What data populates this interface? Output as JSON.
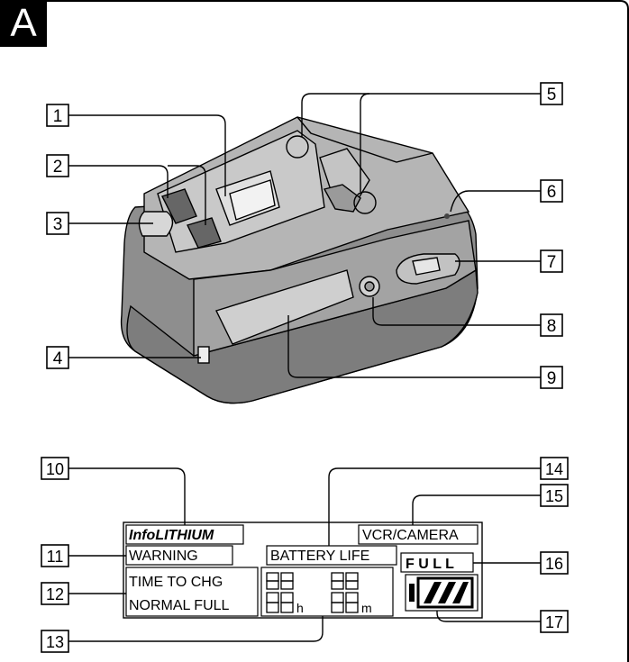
{
  "section": {
    "letter": "A"
  },
  "callouts": [
    "1",
    "2",
    "3",
    "4",
    "5",
    "6",
    "7",
    "8",
    "9",
    "10",
    "11",
    "12",
    "13",
    "14",
    "15",
    "16",
    "17"
  ],
  "display": {
    "brand": "InfoLITHIUM",
    "warning": "WARNING",
    "battery_life": "BATTERY LIFE",
    "vcr_camera": "VCR/CAMERA",
    "time_to_chg": "TIME TO CHG",
    "normal_full": "NORMAL FULL",
    "full": "F U L L",
    "hours_unit": "h",
    "minutes_unit": "m"
  }
}
